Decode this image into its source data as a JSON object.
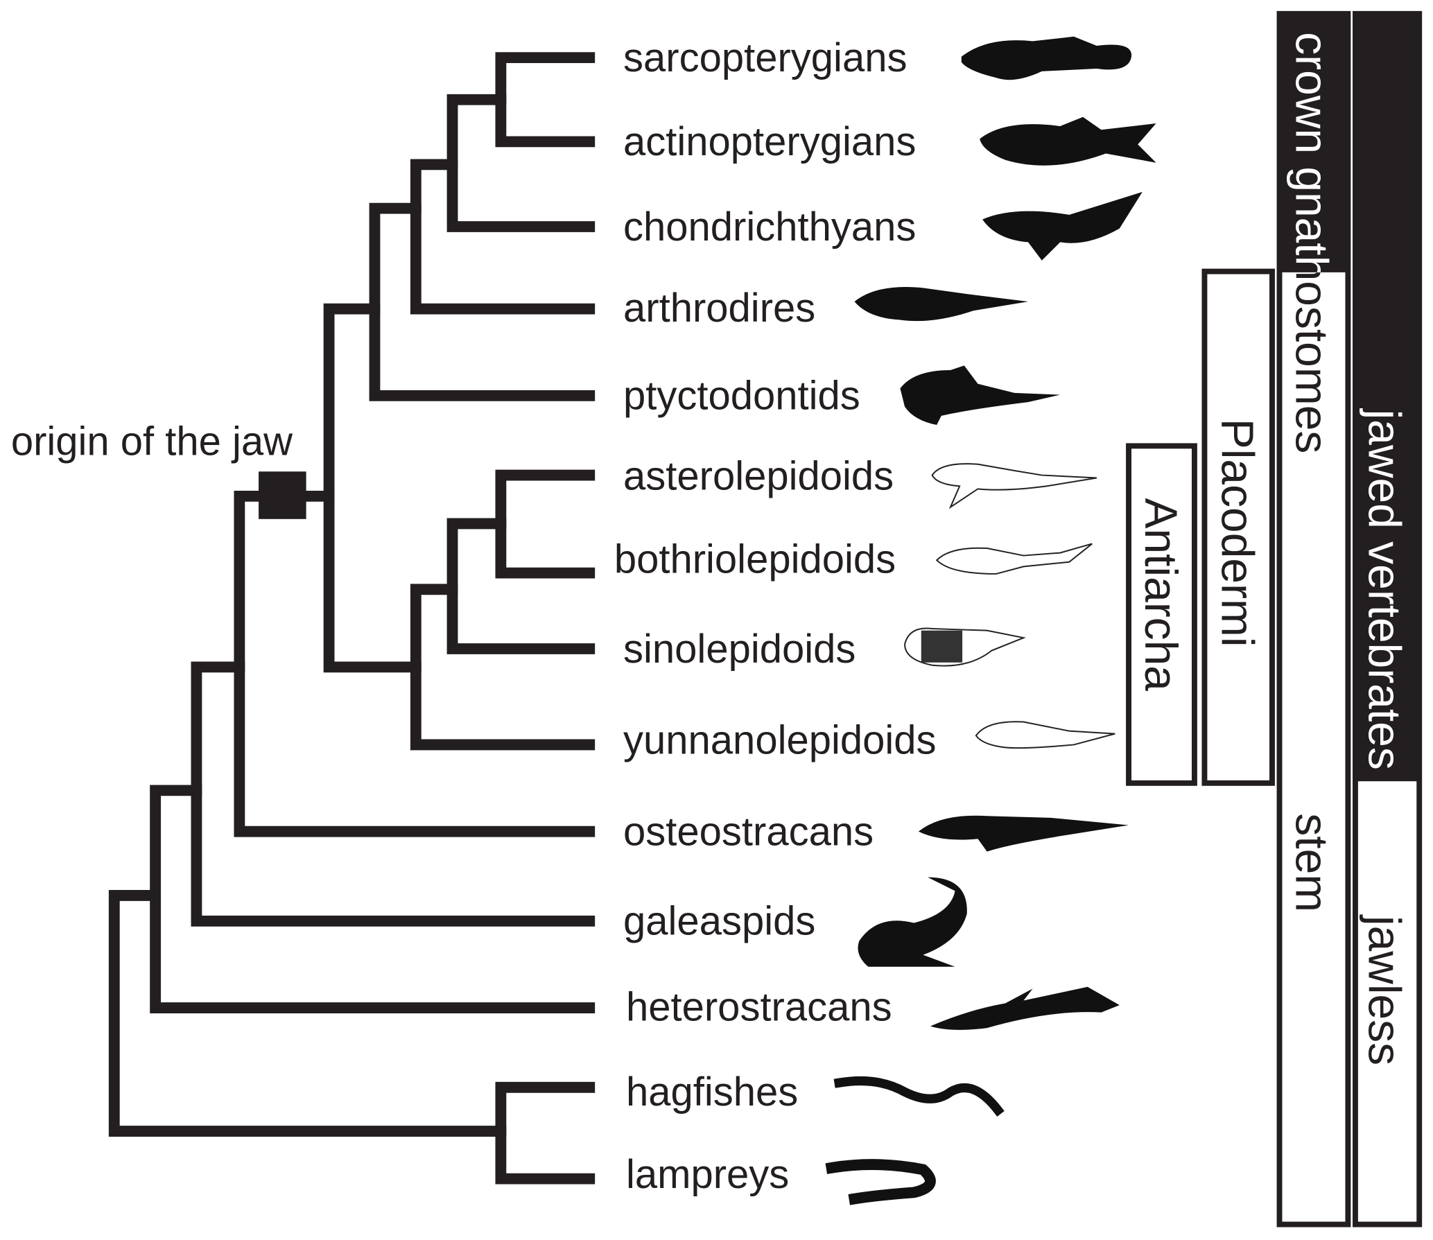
{
  "title_annotation": "origin of the jaw",
  "taxa": [
    "sarcopterygians",
    "actinopterygians",
    "chondrichthyans",
    "arthrodires",
    "ptyctodontids",
    "asterolepidoids",
    "bothriolepidoids",
    "sinolepidoids",
    "yunnanolepidoids",
    "osteostracans",
    "galeaspids",
    "heterostracans",
    "hagfishes",
    "lampreys"
  ],
  "groups": {
    "antiarcha": "Antiarcha",
    "placodermi": "Placodermi",
    "gnathostomes": "crown gnathostomes",
    "stem": "stem",
    "jawed": "jawed vertebrates",
    "jawless": "jawless"
  },
  "colors": {
    "ink": "#231f20"
  }
}
